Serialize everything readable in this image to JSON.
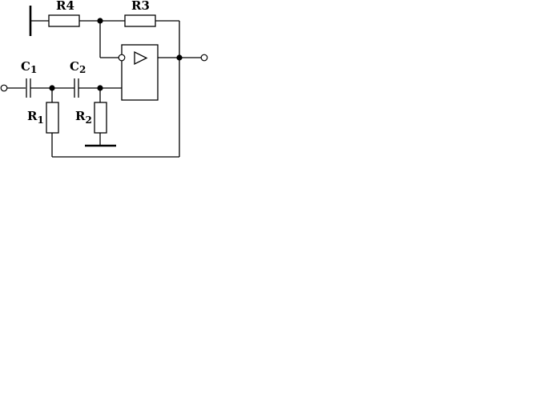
{
  "labels": {
    "r4": "R4",
    "r3": "R3",
    "c1": {
      "letter": "C",
      "sub": "1"
    },
    "c2": {
      "letter": "C",
      "sub": "2"
    },
    "r1": {
      "letter": "R",
      "sub": "1"
    },
    "r2": {
      "letter": "R",
      "sub": "2"
    }
  },
  "colors": {
    "ink": "#000000",
    "background": "#ffffff"
  },
  "icons": {
    "amplifier": "triangle-amplifier-icon"
  }
}
